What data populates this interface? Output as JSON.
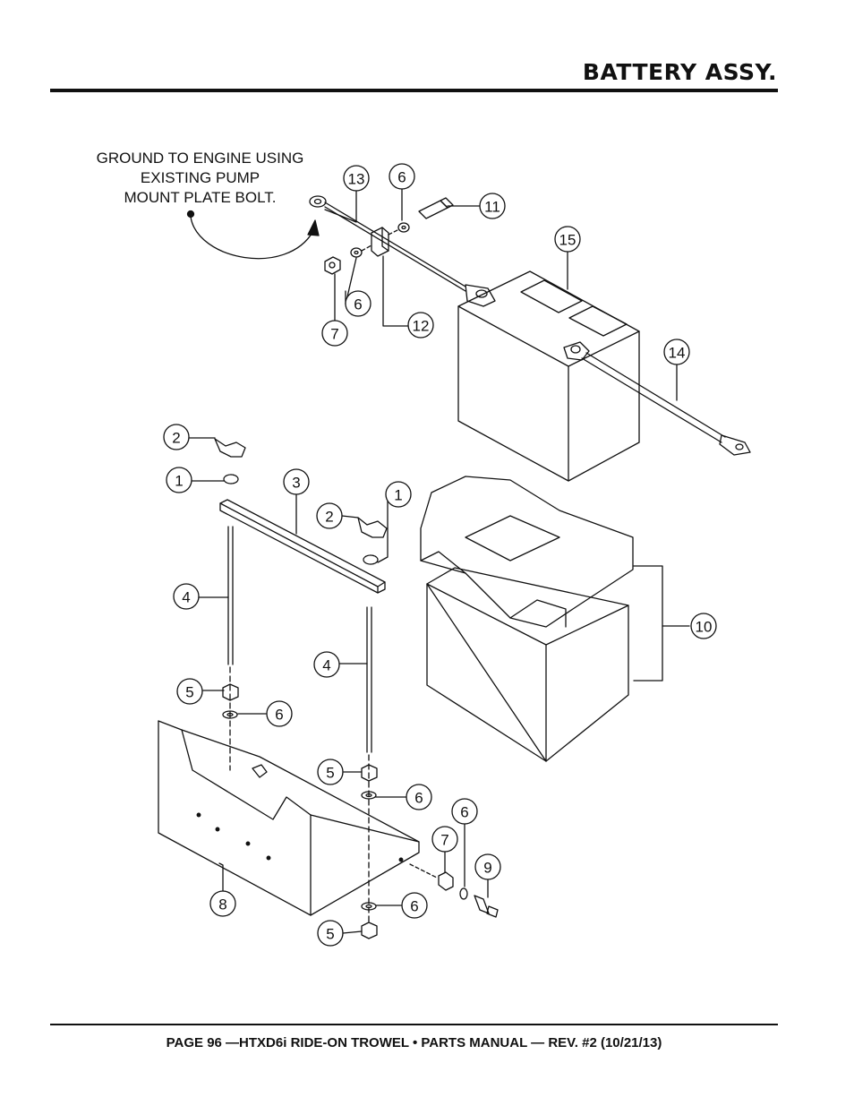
{
  "header": {
    "title": "BATTERY ASSY."
  },
  "note": {
    "lines": [
      "GROUND TO ENGINE USING",
      "EXISTING PUMP",
      "MOUNT PLATE BOLT."
    ]
  },
  "callouts": [
    "13",
    "6",
    "11",
    "15",
    "6",
    "7",
    "12",
    "14",
    "2",
    "1",
    "3",
    "1",
    "2",
    "4",
    "10",
    "4",
    "5",
    "6",
    "5",
    "6",
    "6",
    "7",
    "9",
    "8",
    "6",
    "5"
  ],
  "footer": {
    "text": "PAGE 96 —HTXD6i RIDE-ON TROWEL • PARTS MANUAL — REV. #2 (10/21/13)"
  }
}
